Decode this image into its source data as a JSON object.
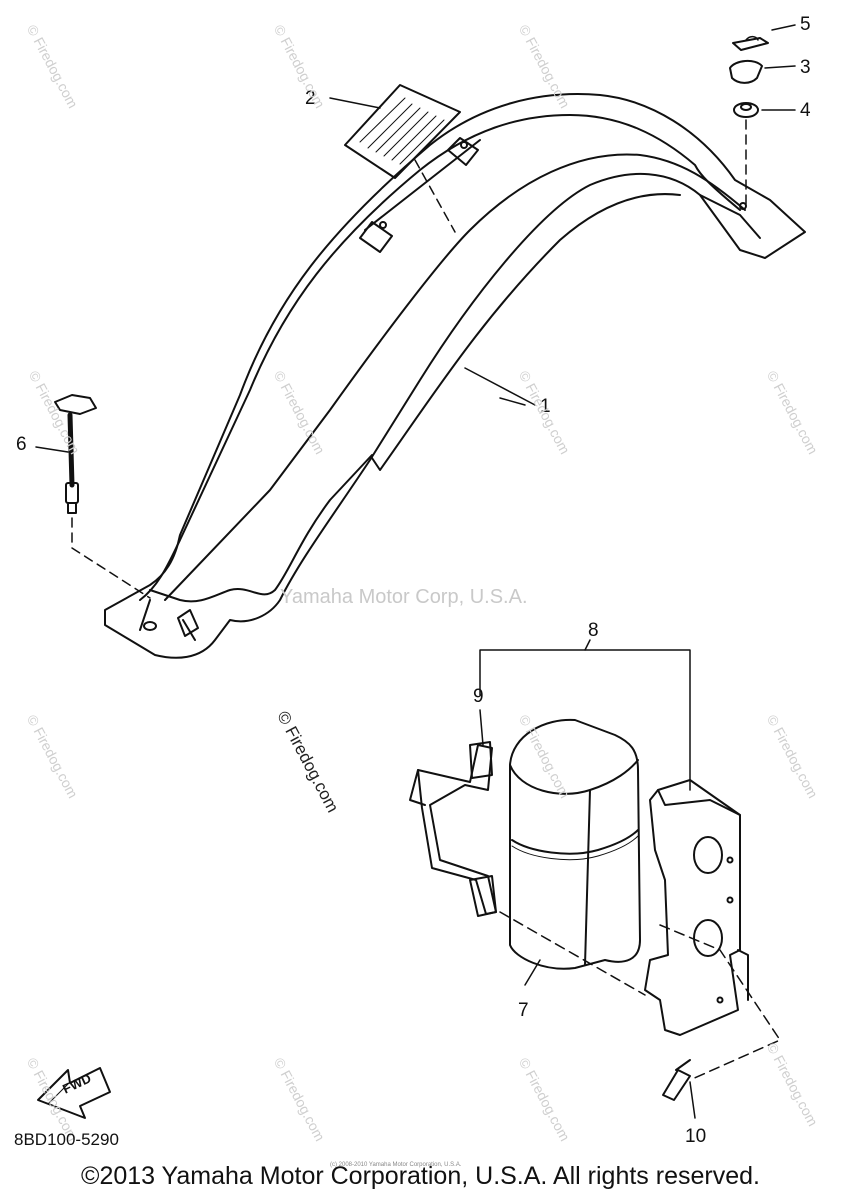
{
  "diagram": {
    "callouts": [
      "1",
      "2",
      "3",
      "4",
      "5",
      "6",
      "7",
      "8",
      "9",
      "10"
    ],
    "watermark_center": "Yamaha Motor Corp, U.S.A.",
    "watermark_repeat": "© Firedog.com",
    "watermark_dark": "© Firedog.com",
    "fwd_label": "FWD",
    "part_code": "8BD100-5290",
    "copyright": "©2013 Yamaha Motor Corporation, U.S.A. All rights reserved.",
    "tiny_note": "(c) 2008-2010 Yamaha Motor Corporation, U.S.A."
  }
}
